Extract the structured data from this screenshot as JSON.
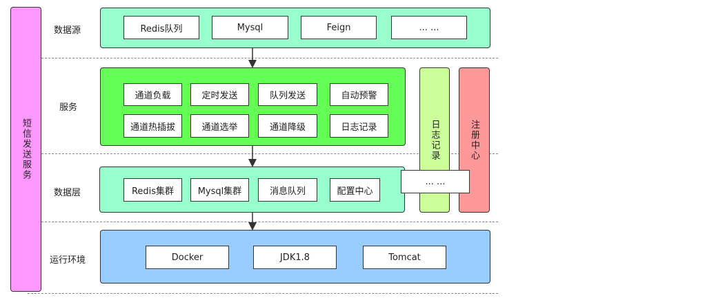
{
  "sidebar": {
    "label": "短信发送服务"
  },
  "layers": {
    "datasource": {
      "label": "数据源",
      "items": [
        "Redis队列",
        "Mysql",
        "Feign",
        "...  ..."
      ]
    },
    "service": {
      "label": "服务",
      "items": [
        "通道负载",
        "定时发送",
        "队列发送",
        "自动预警",
        "通道热插拔",
        "通道选举",
        "通道降级",
        "日志记录"
      ]
    },
    "datalayer": {
      "label": "数据层",
      "items": [
        "Redis集群",
        "Mysql集群",
        "消息队列",
        "配置中心"
      ]
    },
    "runtime": {
      "label": "运行环境",
      "items": [
        "Docker",
        "JDK1.8",
        "Tomcat"
      ]
    }
  },
  "side_columns": {
    "log": "日志记录",
    "registry": "注册中心",
    "more": "... ..."
  },
  "colors": {
    "sidebar": "#ff99ff",
    "datasource": "#99ffcc",
    "service": "#66ff55",
    "datalayer": "#99ffcc",
    "runtime": "#99ccff",
    "log": "#ccff99",
    "registry": "#ff9999"
  }
}
